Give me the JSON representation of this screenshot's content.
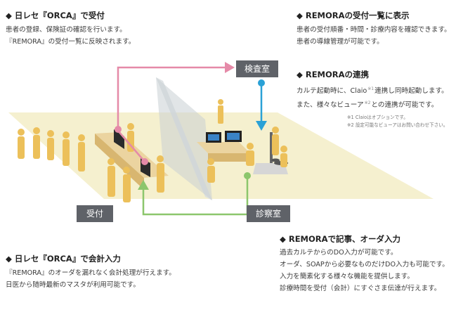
{
  "colors": {
    "pink": "#e58aa8",
    "green": "#8cc66c",
    "blue": "#2aa1d6",
    "floor": "#f5f0cf",
    "figure": "#ecc05a",
    "label_bg": "#5f6268"
  },
  "sections": {
    "orca_reception": {
      "heading": "◆ 日レセ『ORCA』で受付",
      "lines": [
        "患者の登録、保険証の確認を行います。",
        "『REMORA』の受付一覧に反映されます。"
      ]
    },
    "remora_list": {
      "heading": "◆ REMORAの受付一覧に表示",
      "lines": [
        "患者の受付順番・時間・診療内容を確認できます。",
        "患者の導線管理が可能です。"
      ]
    },
    "remora_link": {
      "heading": "◆ REMORAの連携",
      "line1": {
        "pre": "カルテ起動時に、Claio",
        "sup": "※1",
        "post": "連携し同時起動します。"
      },
      "line2": {
        "pre": "また、様々なビューア",
        "sup": "※2",
        "post": "との連携が可能です。"
      },
      "notes": [
        "※1 Claioはオプションです。",
        "※2 設定可能なビューアはお問い合わせ下さい。"
      ]
    },
    "remora_records": {
      "heading": "◆ REMORAで記事、オーダ入力",
      "lines": [
        "過去カルテからのDO入力が可能です。",
        "オーダ、SOAPから必要なものだけDO入力も可能です。",
        "入力を簡素化する様々な機能を提供します。",
        "診療時間を受付（会計）にすぐさま伝達が行えます。"
      ]
    },
    "orca_billing": {
      "heading": "◆ 日レセ『ORCA』で会計入力",
      "lines": [
        "『REMORA』のオーダを漏れなく会計処理が行えます。",
        "日医から随時最新のマスタが利用可能です。"
      ]
    }
  },
  "rooms": {
    "exam": "検査室",
    "reception": "受付",
    "consultation": "診察室"
  }
}
